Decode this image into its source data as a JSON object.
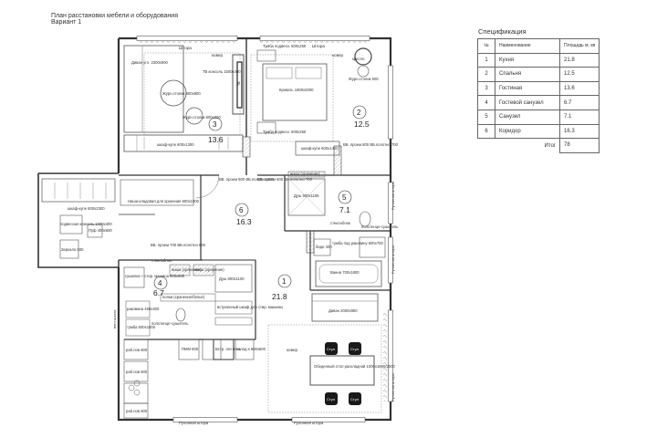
{
  "header": {
    "title_line1": "План расстановки мебели и оборудования",
    "title_line2": "Вариант 1"
  },
  "spec": {
    "title": "Спецификация",
    "col_num": "№",
    "col_name": "Наименование",
    "col_area": "Площадь м. кв",
    "rows": [
      {
        "num": "1",
        "name": "Кухня",
        "area": "21.8"
      },
      {
        "num": "2",
        "name": "Спальня",
        "area": "12.5"
      },
      {
        "num": "3",
        "name": "Гостиная",
        "area": "13.6"
      },
      {
        "num": "4",
        "name": "Гостевой санузел",
        "area": "6.7"
      },
      {
        "num": "5",
        "name": "Санузел",
        "area": "7.1"
      },
      {
        "num": "6",
        "name": "Коридор",
        "area": "16.3"
      }
    ],
    "total_label": "Итог",
    "total_value": "78"
  },
  "rooms": {
    "r3": {
      "num": "3",
      "area": "13.6"
    },
    "r2": {
      "num": "2",
      "area": "12.5"
    },
    "r6": {
      "num": "6",
      "area": "16.3"
    },
    "r5": {
      "num": "5",
      "area": "7.1"
    },
    "r4": {
      "num": "4",
      "area": "6.7"
    },
    "r1": {
      "num": "1",
      "area": "21.8"
    }
  },
  "labels": {
    "shtora_1": "Штора",
    "shtora_2": "Штора",
    "shtora_3": "Штора",
    "kover_1": "ковер",
    "kover_2": "ковер",
    "kover_3": "ковер",
    "divan_ugl": "Диван угл. 2300х900",
    "zh_stolik_1": "Журн.столик 800х800",
    "tv_konsol": "ТВ консоль 1500х400",
    "zh_stolik_2": "Журн.столик 600х600",
    "tv": "тв",
    "tumba_1": "Тумба подвесн. 500х250",
    "tumba_2": "Тумба подвесн. 500х250",
    "krovat": "Кровать 1600х2000",
    "kreslo": "кресло",
    "zh_stolik_3": "Журн.столик 500",
    "shkaf_kupe_1": "шкаф-купе 600х1300",
    "shkaf_kupe_2": "шкаф-купе 600х1400",
    "shkaf_kupe_3": "шкаф-купе 600х2300",
    "vv_prem_1": "ВБ. проем 800 ВБ.полотно 700",
    "vv_prem_2": "ВБ. проем 900 ВБ.полотно 800",
    "vv_prem_3": "ВБ. проем 800 ВБ.полотно 700",
    "vv_prem_4": "ВБ. проем 700 ВБ.полотно 600",
    "nisha_1": "ниша (хранение)",
    "nisha_2": "ниша (хранение)",
    "nisha_3": "ниша (хранение)",
    "dush": "Душ 900х1165",
    "nisha_kladovka": "Ниша-кладовая для хранения 600х1000",
    "podves_konsol": "подвесная консоль 1000х400",
    "puf": "Пуф 400х600",
    "zerkalo": "Зеркало 600",
    "steklo_1": "стеклоблок",
    "steklo_2": "стеклоблок",
    "tumba_pod_rak": "тумба под раковину 600х700",
    "bide": "биде 400",
    "vanna": "Ванна 700х1800",
    "polotentse_1": "полотенце-сушитель",
    "polotentse_2": "полотенце-сушитель",
    "sushilka": "сушилка + стир. машина 600х600",
    "polki": "полки (хранение/бельё)",
    "vstroennaya": "встроенный шкаф для стир. машины",
    "rakovina": "раковина 450х400",
    "tumba_small": "тумба 600х1000",
    "dush_small": "Душ 800х1100",
    "divan": "Диван 2000х900",
    "obed_stol": "Обеденный стол раскладной 1000х1600/2000",
    "stul": "Стул",
    "rab_pov": "раб.пов 600",
    "pmm": "ПММ 600",
    "vstr_svch": "Встр. свч печь",
    "holod": "холод-к 600х600",
    "rulonnaya": "Рулонная штора",
    "rulonnaya_v": "Рулонная штора",
    "ventilyatsiya": "вент.шахта"
  }
}
